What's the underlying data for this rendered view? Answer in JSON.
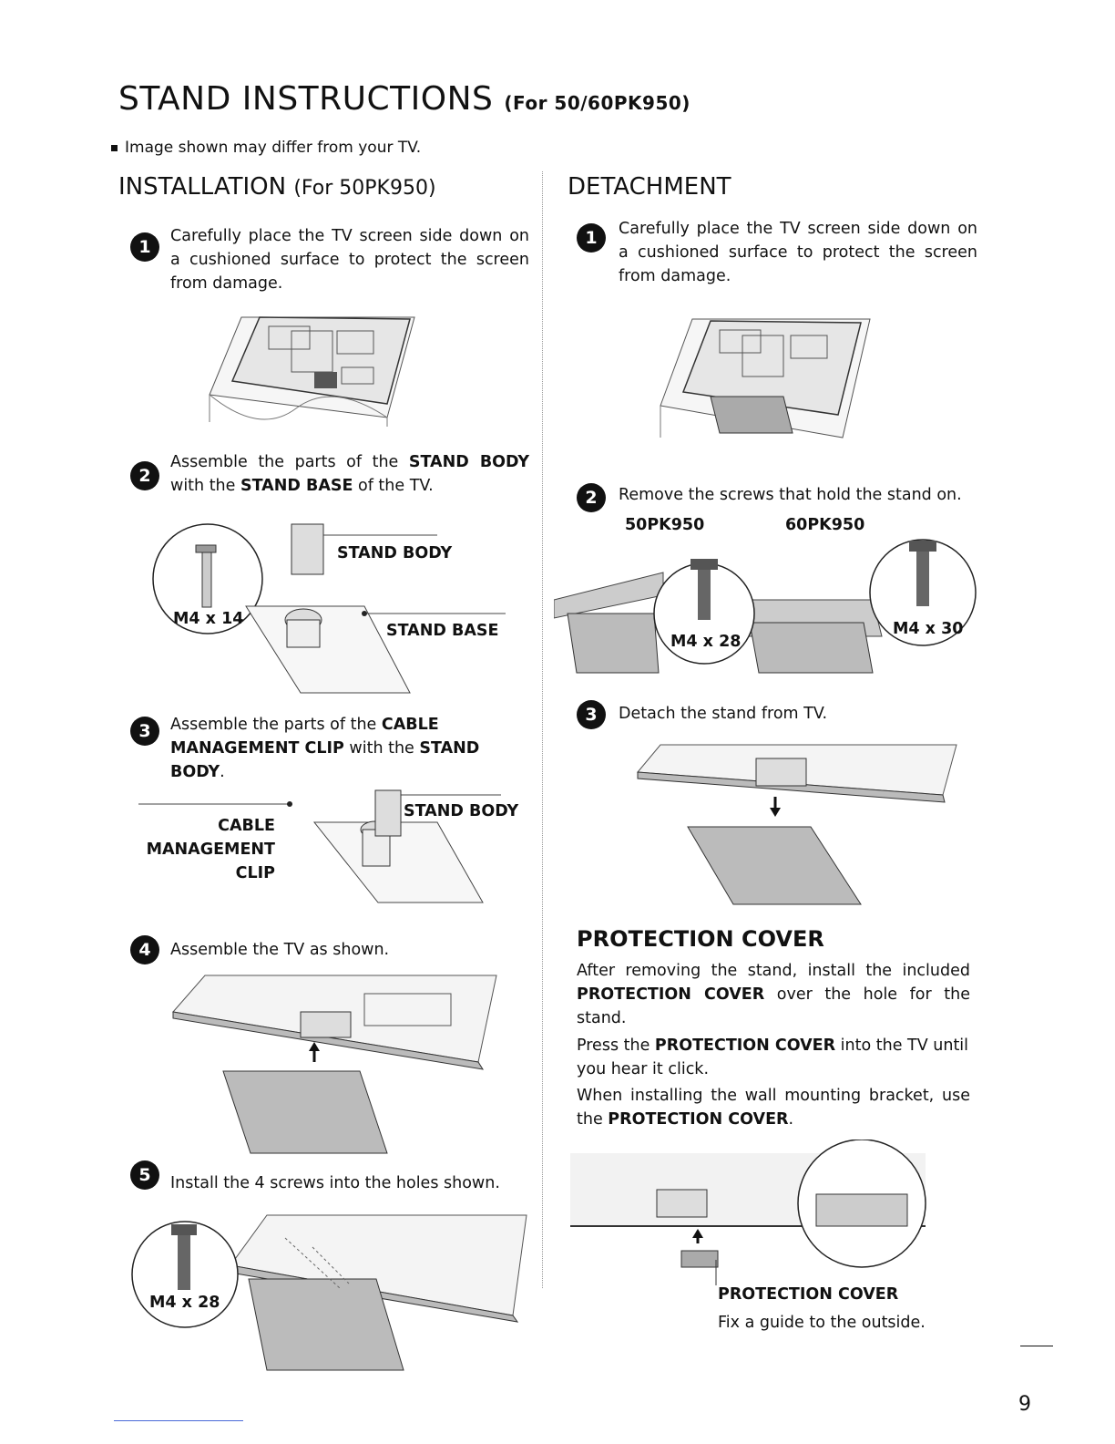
{
  "header": {
    "title": "STAND INSTRUCTIONS",
    "title_sub": "(For 50/60PK950)",
    "note": "Image shown may differ from your TV."
  },
  "installation": {
    "heading": "INSTALLATION",
    "heading_sub": "(For 50PK950)",
    "steps": [
      {
        "num": "1",
        "parts": [
          "Carefully place the TV screen side down on a cushioned surface to protect the screen from damage."
        ]
      },
      {
        "num": "2",
        "parts": [
          "Assemble the parts of the ",
          "STAND BODY",
          " with the ",
          "STAND BASE",
          " of the TV."
        ]
      },
      {
        "num": "3",
        "parts": [
          "Assemble the parts of the ",
          "CABLE MANAGEMENT CLIP",
          " with the ",
          "STAND BODY",
          "."
        ]
      },
      {
        "num": "4",
        "parts": [
          "Assemble the TV as shown."
        ]
      },
      {
        "num": "5",
        "parts": [
          "Install the 4 screws into the holes shown."
        ]
      }
    ],
    "labels": {
      "stand_body": "STAND BODY",
      "stand_base": "STAND BASE",
      "screw_m4x14": "M4 x 14",
      "cable_clip_1": "CABLE",
      "cable_clip_2": "MANAGEMENT",
      "cable_clip_3": "CLIP",
      "stand_body_2": "STAND BODY",
      "screw_m4x28": "M4 x 28"
    }
  },
  "detachment": {
    "heading": "DETACHMENT",
    "steps": [
      {
        "num": "1",
        "parts": [
          "Carefully place the TV screen side down on a cushioned surface to protect the screen from damage."
        ]
      },
      {
        "num": "2",
        "parts": [
          "Remove the screws that hold the stand on."
        ]
      },
      {
        "num": "3",
        "parts": [
          "Detach the stand from TV."
        ]
      }
    ],
    "labels": {
      "model_50": "50PK950",
      "model_60": "60PK950",
      "screw_m4x28": "M4 x 28",
      "screw_m4x30": "M4 x 30"
    }
  },
  "protection": {
    "heading": "PROTECTION COVER",
    "p1": [
      "After removing the stand, install the included ",
      "PROTECTION COVER",
      " over the hole for the stand."
    ],
    "p2": [
      "Press the ",
      "PROTECTION COVER",
      " into the TV until you hear it click."
    ],
    "p3": [
      "When installing the wall mounting bracket, use the ",
      "PROTECTION COVER",
      "."
    ],
    "cover_label": "PROTECTION COVER",
    "cover_caption": "Fix a guide to the outside."
  },
  "page_number": "9"
}
